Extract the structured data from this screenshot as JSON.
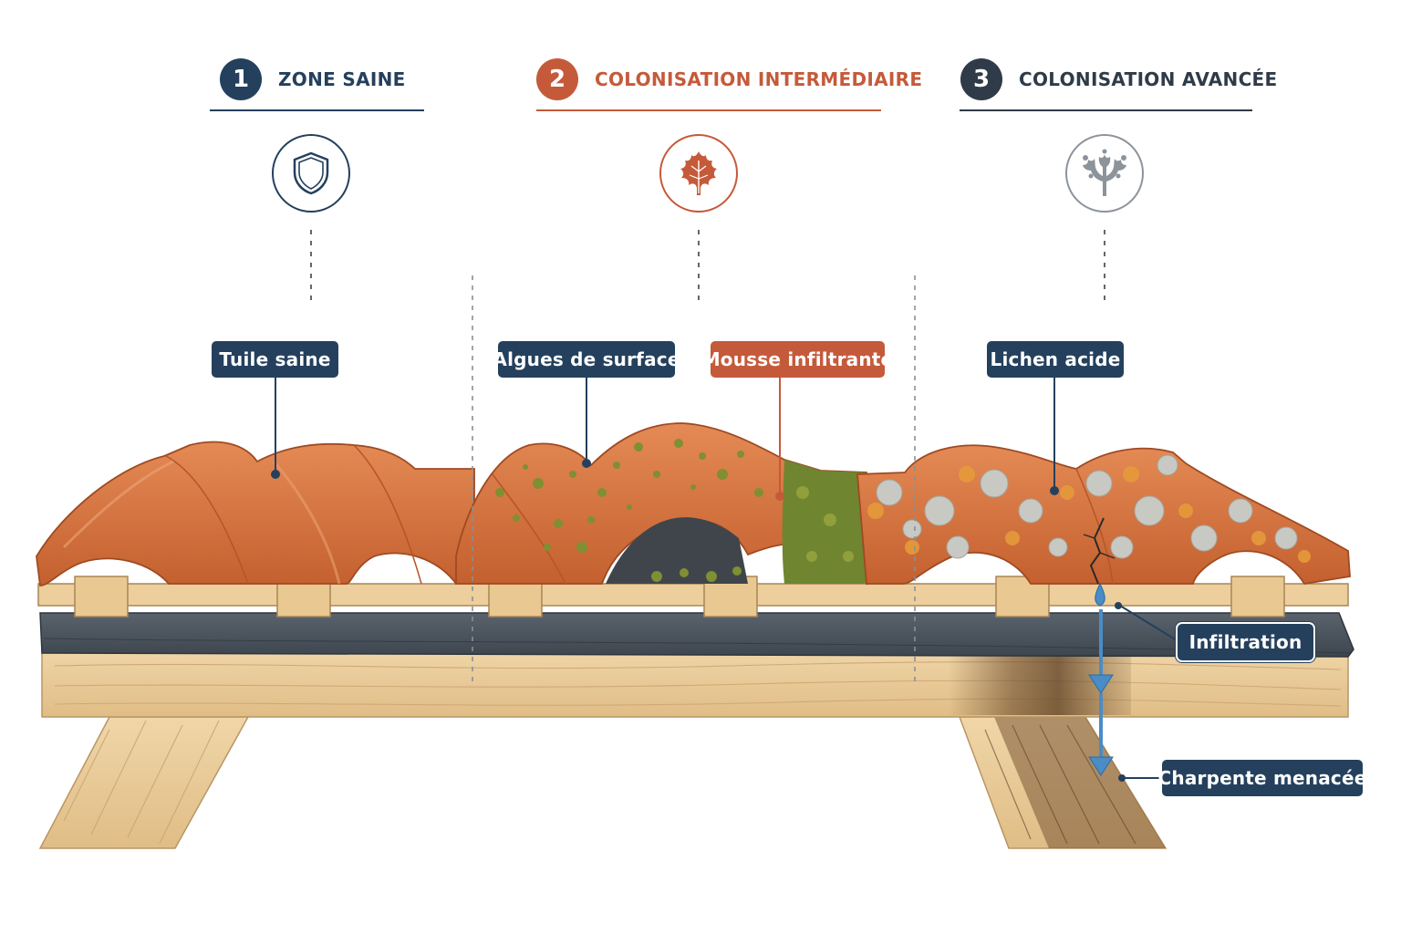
{
  "colors": {
    "navy": "#24405d",
    "rust": "#c55a3a",
    "tile": "#d4733f",
    "moss": "#7f8f32",
    "lichen": "#c8c9c3",
    "membrane": "#4d5660",
    "wood": "#e8c996",
    "water": "#4a8cc6"
  },
  "zones": [
    {
      "number": "1",
      "title": "ZONE SAINE",
      "icon": "shield-icon"
    },
    {
      "number": "2",
      "title": "COLONISATION INTERMÉDIAIRE",
      "icon": "leaf-icon"
    },
    {
      "number": "3",
      "title": "COLONISATION AVANCÉE",
      "icon": "lichen-icon"
    }
  ],
  "labels": {
    "healthy_tile": "Tuile saine",
    "surface_algae": "Algues de surface",
    "infiltrating_moss": "Mousse infiltrante",
    "acid_lichen": "Lichen acide",
    "infiltration": "Infiltration",
    "threatened_frame": "Charpente menacée"
  }
}
